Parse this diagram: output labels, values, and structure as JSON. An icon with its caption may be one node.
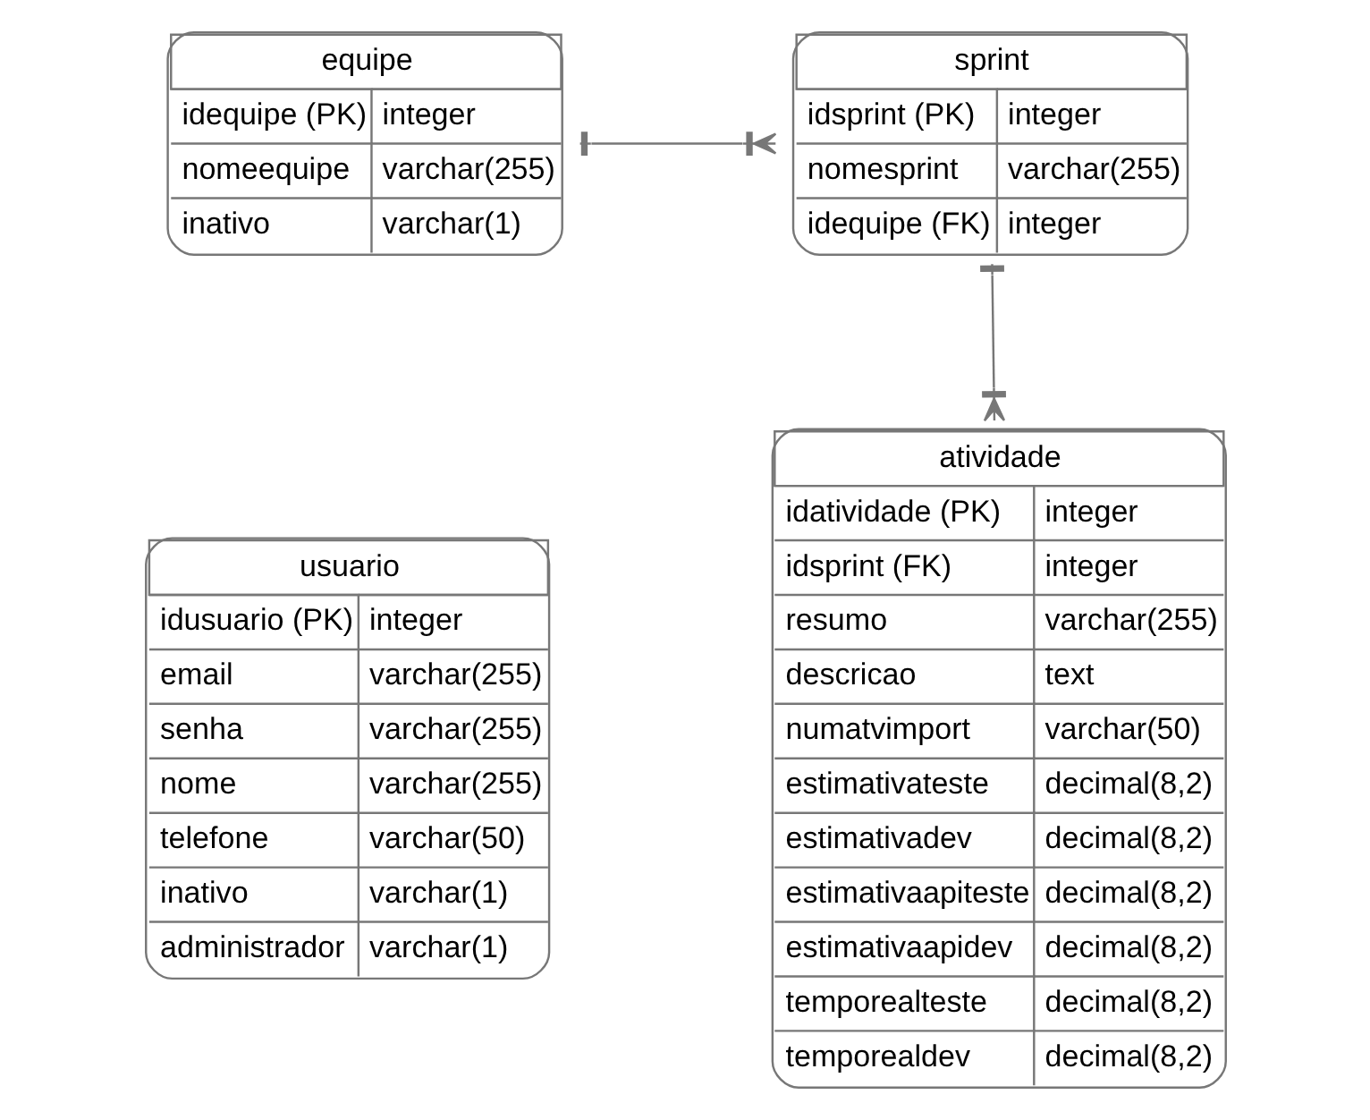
{
  "diagram": {
    "nodes": [
      {
        "text": [
          "equipe",
          "idequipe (PK)",
          "integer",
          "nomeequipe",
          "varchar(255)",
          "inativo",
          "varchar(1)"
        ]
      },
      {
        "text": [
          "sprint",
          "idsprint (PK)",
          "integer",
          "nomesprint",
          "varchar(255)",
          "idequipe (FK)",
          "integer"
        ]
      },
      {
        "text": [
          "usuario",
          "idusuario (PK)",
          "integer",
          "email",
          "varchar(255)",
          "senha",
          "varchar(255)",
          "nome",
          "varchar(255)",
          "telefone",
          "varchar(50)",
          "inativo",
          "varchar(1)",
          "administrador",
          "varchar(1)"
        ]
      },
      {
        "text": [
          "atividade",
          "idatividade (PK)",
          "integer",
          "idsprint (FK)",
          "integer",
          "resumo",
          "varchar(255)",
          "descricao",
          "text",
          "numatvimport",
          "varchar(50)",
          "estimativateste",
          "decimal(8,2)",
          "estimativadev",
          "decimal(8,2)",
          "estimativaapiteste",
          "decimal(8,2)",
          "estimativaapidev",
          "decimal(8,2)",
          "temporealteste",
          "decimal(8,2)",
          "temporealdev",
          "decimal(8,2)"
        ]
      }
    ],
    "edges": [
      {
        "from": 0,
        "to": 1,
        "arrow": "other"
      },
      {
        "from": 1,
        "to": 3,
        "arrow": "other"
      }
    ]
  }
}
